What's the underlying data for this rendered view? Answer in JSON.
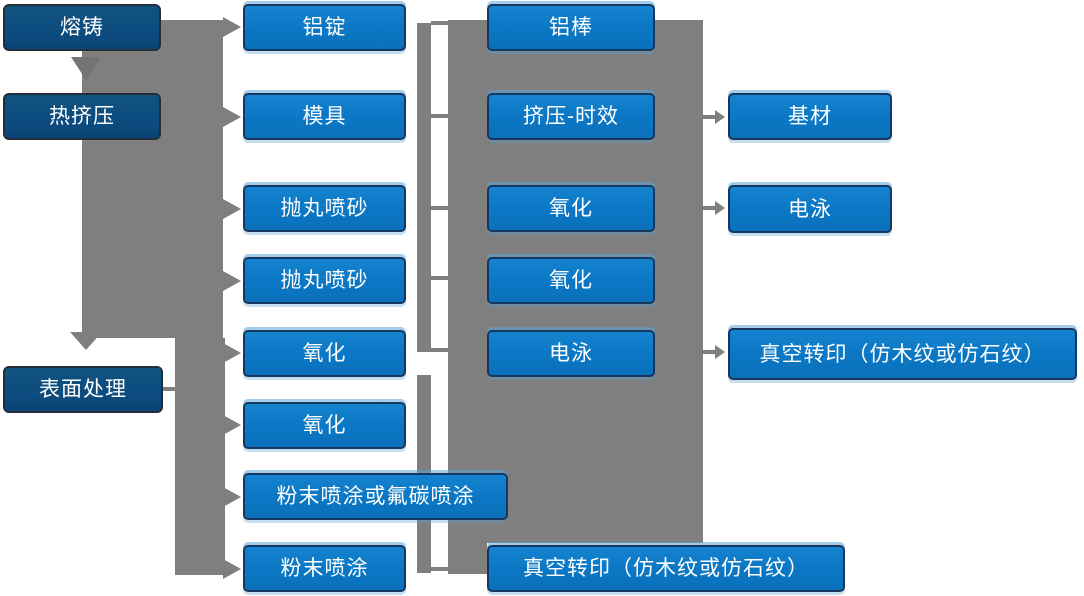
{
  "palette": {
    "stage_box_color": "#0d4c7f",
    "process_box_color": "#0b77c4",
    "connector_color": "#7f7f7f",
    "text_color": "#ffffff",
    "background_color": "#ffffff"
  },
  "nodes": [
    {
      "id": "melting-casting",
      "label": "熔铸",
      "variant": "stage"
    },
    {
      "id": "hot-extrusion",
      "label": "热挤压",
      "variant": "stage"
    },
    {
      "id": "surface-treatment",
      "label": "表面处理",
      "variant": "stage"
    },
    {
      "id": "aluminum-ingot",
      "label": "铝锭",
      "variant": "process"
    },
    {
      "id": "mold",
      "label": "模具",
      "variant": "process"
    },
    {
      "id": "shot-blasting-1",
      "label": "抛丸喷砂",
      "variant": "process"
    },
    {
      "id": "shot-blasting-2",
      "label": "抛丸喷砂",
      "variant": "process"
    },
    {
      "id": "oxidation-1",
      "label": "氧化",
      "variant": "process"
    },
    {
      "id": "oxidation-2",
      "label": "氧化",
      "variant": "process"
    },
    {
      "id": "powder-or-fluorocarbon-coating",
      "label": "粉末喷涂或氟碳喷涂",
      "variant": "process"
    },
    {
      "id": "powder-coating",
      "label": "粉末喷涂",
      "variant": "process"
    },
    {
      "id": "aluminum-rod",
      "label": "铝棒",
      "variant": "process"
    },
    {
      "id": "extrusion-aging",
      "label": "挤压-时效",
      "variant": "process"
    },
    {
      "id": "oxidation-3",
      "label": "氧化",
      "variant": "process"
    },
    {
      "id": "oxidation-4",
      "label": "氧化",
      "variant": "process"
    },
    {
      "id": "electrophoresis-1",
      "label": "电泳",
      "variant": "process"
    },
    {
      "id": "vacuum-transfer-print-1",
      "label": "真空转印（仿木纹或仿石纹）",
      "variant": "process"
    },
    {
      "id": "base-material",
      "label": "基材",
      "variant": "process"
    },
    {
      "id": "electrophoresis-2",
      "label": "电泳",
      "variant": "process"
    },
    {
      "id": "vacuum-transfer-print-2",
      "label": "真空转印（仿木纹或仿石纹）",
      "variant": "process"
    }
  ]
}
